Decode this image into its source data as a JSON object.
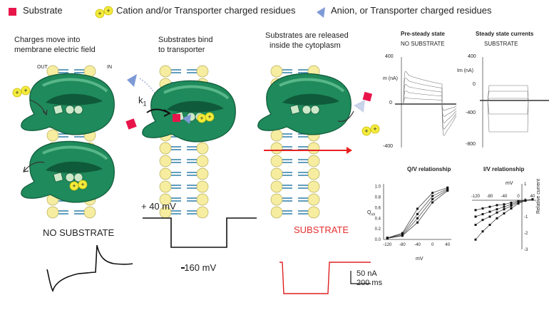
{
  "legend": {
    "substrate": "Substrate",
    "cation": "Cation and/or Transporter charged residues",
    "anion": "Anion, or Transporter charged residues",
    "colors": {
      "substrate": "#e8154b",
      "cation": "#f4ec3c",
      "anion": "#7e9ad6",
      "protein": "#1f8a5b",
      "lipid": "#f6eda0"
    }
  },
  "steps": {
    "step1": [
      "Charges move into",
      "membrane electric field"
    ],
    "step2": [
      "Substrates bind",
      "to transporter"
    ],
    "step3": [
      "Substrates are released",
      "inside the cytoplasm"
    ],
    "out_label": "OUT",
    "in_label": "IN",
    "rate_label": "k",
    "rate_subscript": "1"
  },
  "protocol": {
    "v_hold": "+ 40 mV",
    "v_step": "-160 mV",
    "no_substrate": "NO SUBSTRATE",
    "substrate": "SUBSTRATE",
    "scale_current": "50 nA",
    "scale_time": "200 ms"
  },
  "panels": {
    "pre_steady": {
      "title": "Pre-steady state",
      "subtitle": "NO SUBSTRATE",
      "ylabel": "m (nA)",
      "yticks": [
        "400",
        "0",
        "-400"
      ]
    },
    "steady": {
      "title": "Steady state currents",
      "subtitle": "SUBSTRATE",
      "ylabel": "Im (nA)",
      "yticks": [
        "400",
        "0",
        "-400",
        "-800"
      ]
    },
    "qv": {
      "title": "Q/V relationship",
      "ylabel": "Q",
      "ylabel_sub": "rel",
      "xlabel": "mV",
      "xticks": [
        "-120",
        "-80",
        "-40",
        "0",
        "40"
      ],
      "yticks": [
        "1.0",
        "0.8",
        "0.6",
        "0.4",
        "0.2",
        "0.0"
      ]
    },
    "iv": {
      "title": "I/V relationship",
      "xlabel": "mV",
      "ylabel": "Relative current",
      "xticks": [
        "-120",
        "-80",
        "-40",
        "0",
        "40"
      ],
      "yticks": [
        "1",
        "0",
        "-1",
        "-2",
        "-3"
      ]
    }
  },
  "chart_data": [
    {
      "type": "line",
      "title": "Q/V relationship",
      "xlabel": "mV",
      "ylabel": "Qrel",
      "xlim": [
        -130,
        50
      ],
      "ylim": [
        0,
        1.05
      ],
      "x": [
        -120,
        -80,
        -40,
        0,
        40
      ],
      "series": [
        {
          "values": [
            0.03,
            0.12,
            0.58,
            0.88,
            0.98
          ]
        },
        {
          "values": [
            0.03,
            0.1,
            0.48,
            0.82,
            0.96
          ]
        },
        {
          "values": [
            0.03,
            0.08,
            0.4,
            0.76,
            0.94
          ]
        },
        {
          "values": [
            0.02,
            0.07,
            0.32,
            0.7,
            0.92
          ]
        }
      ]
    },
    {
      "type": "line",
      "title": "I/V relationship",
      "xlabel": "mV",
      "ylabel": "Relative current",
      "xlim": [
        -130,
        50
      ],
      "ylim": [
        -3,
        1
      ],
      "x": [
        -120,
        -100,
        -80,
        -60,
        -40,
        -20,
        0,
        20,
        40
      ],
      "series": [
        {
          "values": [
            -0.6,
            -0.5,
            -0.4,
            -0.3,
            -0.25,
            -0.15,
            -0.05,
            0.0,
            0.05
          ]
        },
        {
          "values": [
            -1.0,
            -0.85,
            -0.7,
            -0.55,
            -0.4,
            -0.25,
            -0.1,
            0.0,
            0.05
          ]
        },
        {
          "values": [
            -1.5,
            -1.2,
            -1.0,
            -0.75,
            -0.55,
            -0.35,
            -0.15,
            -0.02,
            0.05
          ]
        },
        {
          "values": [
            -2.4,
            -1.9,
            -1.5,
            -1.1,
            -0.8,
            -0.5,
            -0.2,
            -0.03,
            0.05
          ]
        }
      ]
    }
  ]
}
